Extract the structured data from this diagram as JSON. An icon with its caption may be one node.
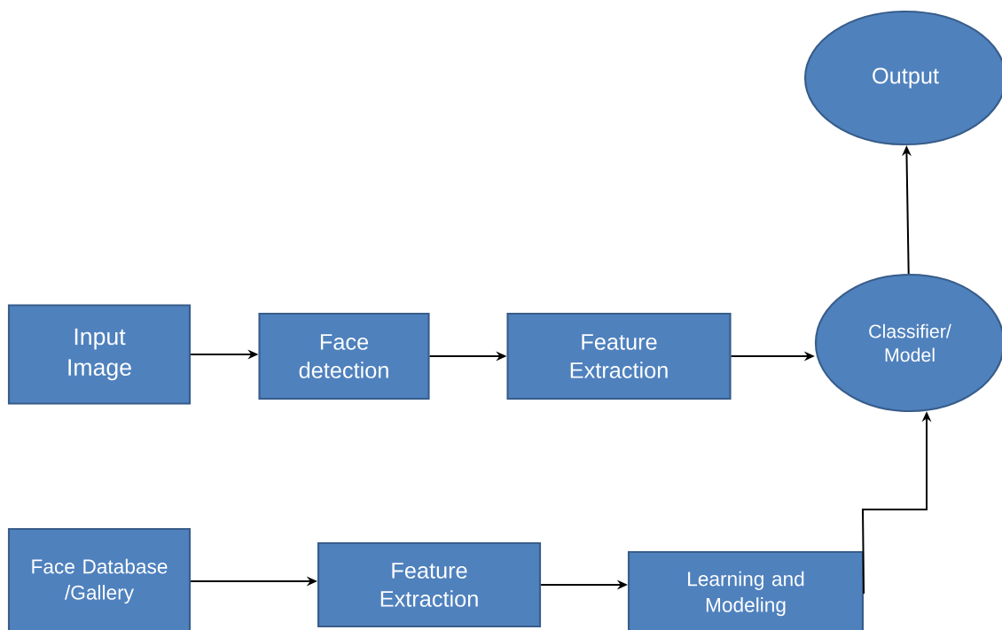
{
  "diagram": {
    "nodes": [
      {
        "text": [
          "Input Image"
        ]
      },
      {
        "text": [
          "Face detection"
        ]
      },
      {
        "text": [
          "Feature Extraction"
        ]
      },
      {
        "text": [
          "Classifier/ Model"
        ]
      },
      {
        "text": [
          "Output"
        ]
      },
      {
        "text": [
          "Face Database /Gallery"
        ]
      },
      {
        "text": [
          "Feature Extraction"
        ]
      },
      {
        "text": [
          "Learning and Modeling"
        ]
      }
    ],
    "edges": [
      {
        "from": 0,
        "to": 1,
        "arrow": "to"
      },
      {
        "from": 1,
        "to": 2,
        "arrow": "to"
      },
      {
        "from": 2,
        "to": 3,
        "arrow": "to"
      },
      {
        "from": 3,
        "to": 4,
        "arrow": "to"
      },
      {
        "from": 5,
        "to": 6,
        "arrow": "to"
      },
      {
        "from": 6,
        "to": 7,
        "arrow": "to"
      },
      {
        "from": 7,
        "to": 3,
        "arrow": "to"
      }
    ]
  }
}
